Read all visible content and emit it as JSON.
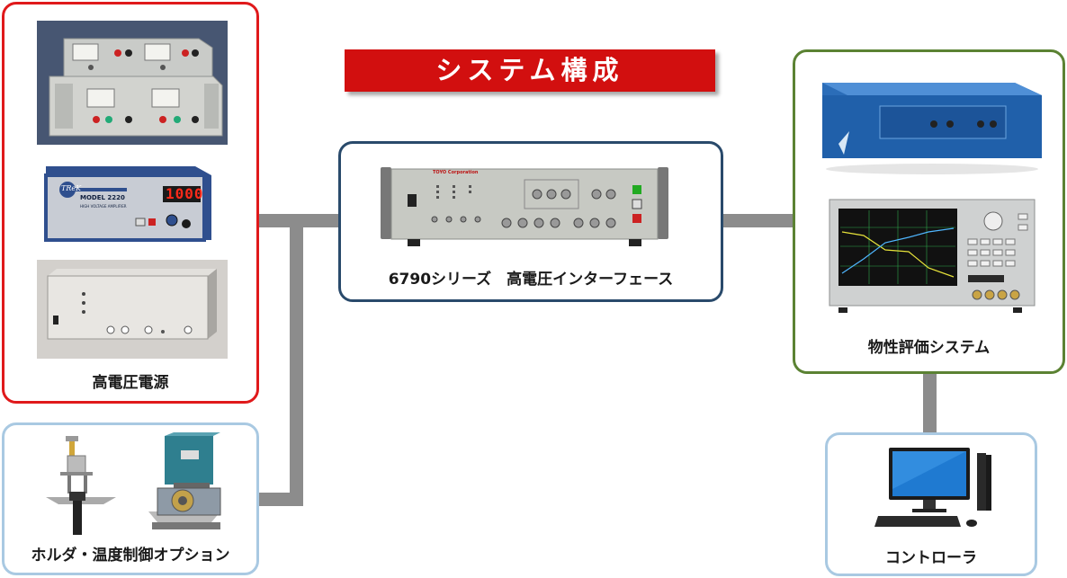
{
  "title": "システム構成",
  "power_supply": {
    "caption": "高電圧電源",
    "amp_label": "MODEL 2220",
    "amp_sub": "HIGH VOLTAGE AMPLIFIER",
    "amp_display": "1000",
    "brand": "TReK"
  },
  "interface": {
    "caption": "6790シリーズ　高電圧インターフェース",
    "brand": "TOYO Corporation"
  },
  "evaluation": {
    "caption": "物性評価システム"
  },
  "options": {
    "caption": "ホルダ・温度制御オプション"
  },
  "controller": {
    "caption": "コントローラ"
  },
  "colors": {
    "red_border": "#e0191b",
    "navy_border": "#294a6b",
    "green_border": "#5b8233",
    "light_blue_border": "#a9c9e2",
    "wire": "#8c8c8c",
    "banner": "#d20f0f"
  }
}
